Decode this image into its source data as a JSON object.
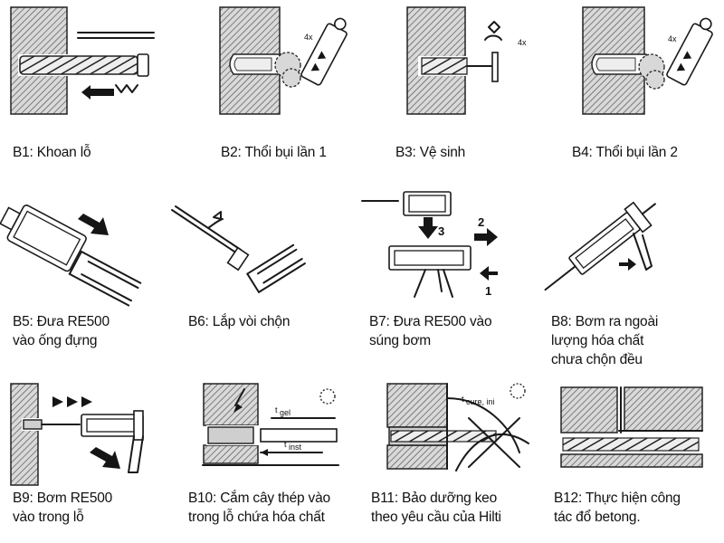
{
  "steps": [
    {
      "id": "b1",
      "caption": [
        "B1: Khoan lỗ"
      ]
    },
    {
      "id": "b2",
      "caption": [
        "B2: Thổi bụi lần 1"
      ]
    },
    {
      "id": "b3",
      "caption": [
        "B3: Vệ sinh"
      ]
    },
    {
      "id": "b4",
      "caption": [
        "B4: Thổi bụi lần 2"
      ]
    },
    {
      "id": "b5",
      "caption": [
        "B5: Đưa RE500",
        "vào ống đựng"
      ]
    },
    {
      "id": "b6",
      "caption": [
        "B6: Lắp vòi chộn"
      ]
    },
    {
      "id": "b7",
      "caption": [
        "B7: Đưa RE500 vào",
        "súng bơm"
      ]
    },
    {
      "id": "b8",
      "caption": [
        "B8: Bơm ra ngoài",
        "lượng hóa chất",
        "chưa chộn đều"
      ]
    },
    {
      "id": "b9",
      "caption": [
        "B9: Bơm RE500",
        "vào trong lỗ"
      ]
    },
    {
      "id": "b10",
      "caption": [
        "B10: Cắm cây thép vào",
        "trong lỗ chứa hóa chất"
      ]
    },
    {
      "id": "b11",
      "caption": [
        "B11: Bảo dưỡng keo",
        "theo yêu cầu của Hilti"
      ]
    },
    {
      "id": "b12",
      "caption": [
        "B12: Thực hiện công",
        "tác đổ betong."
      ]
    }
  ],
  "figure_labels": {
    "repeat_b2": "4x",
    "repeat_b3": "4x",
    "repeat_b4": "4x",
    "step_num_3": "3",
    "step_num_2": "2",
    "step_num_1": "1",
    "t_gel": "t",
    "t_gel_sub": "gel",
    "t_inst": "t",
    "t_inst_sub": "inst",
    "t_cure": "t",
    "t_cure_sub": "cure, ini"
  }
}
